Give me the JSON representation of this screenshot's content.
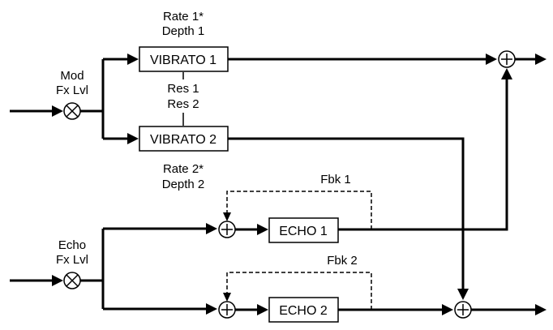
{
  "mod": {
    "level_line1": "Mod",
    "level_line2": "Fx Lvl"
  },
  "echo_in": {
    "level_line1": "Echo",
    "level_line2": "Fx Lvl"
  },
  "vibrato1": {
    "label": "VIBRATO 1",
    "param_top1": "Rate 1*",
    "param_top2": "Depth 1",
    "res": "Res 1"
  },
  "vibrato2": {
    "label": "VIBRATO 2",
    "res": "Res 2",
    "param_bottom1": "Rate 2*",
    "param_bottom2": "Depth 2"
  },
  "echo1": {
    "label": "ECHO 1",
    "feedback": "Fbk 1"
  },
  "echo2": {
    "label": "ECHO 2",
    "feedback": "Fbk 2"
  }
}
